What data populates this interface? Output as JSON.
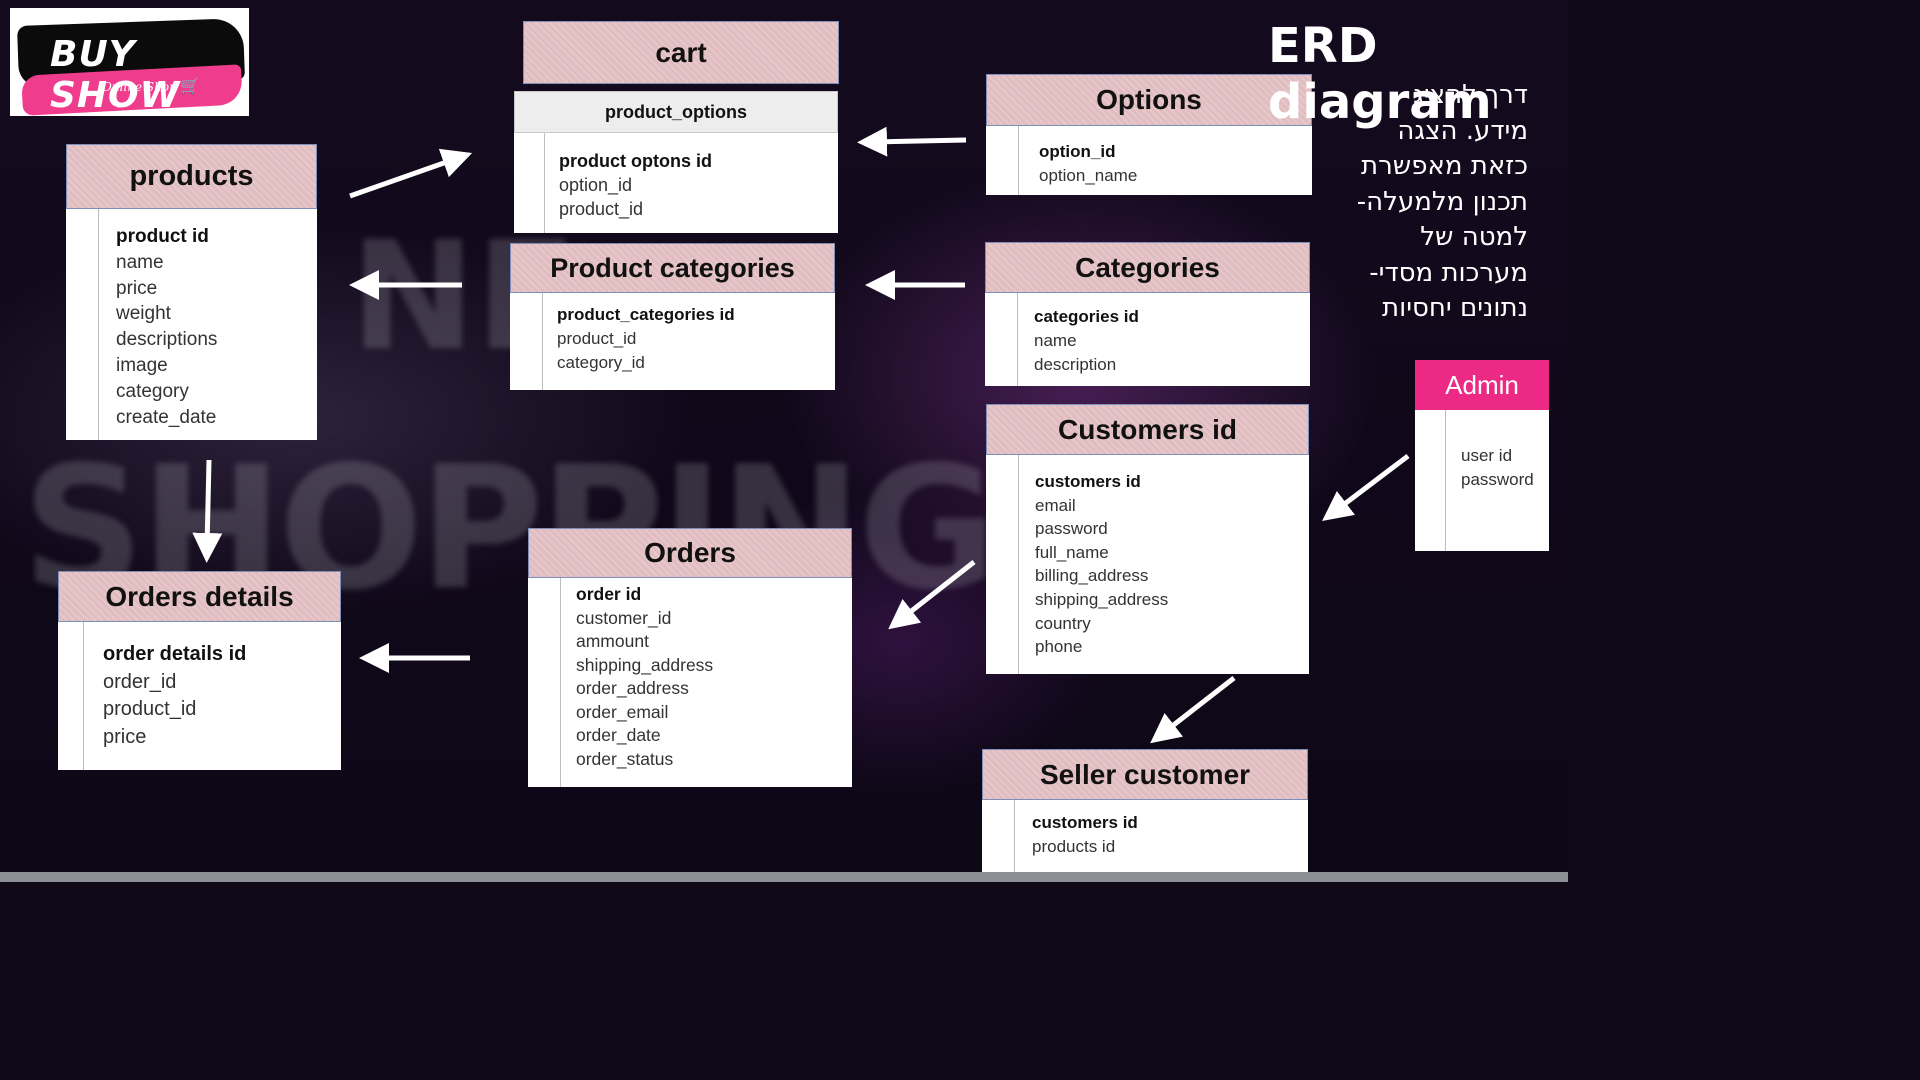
{
  "logo": {
    "title": "BUY SHOW",
    "subtitle": "Online Shop"
  },
  "background_text": {
    "word_1": "NE",
    "word_2": "SHOPPING"
  },
  "title": "ERD diagram",
  "description_lines": [
    "דרך להציג",
    "מידע. הצגה",
    "כזאת מאפשרת",
    "תכנון מלמעלה-",
    "למטה של",
    "מערכות מסדי-",
    "נתונים יחסיות"
  ],
  "entities": {
    "cart": {
      "title": "cart"
    },
    "product_options": {
      "title": "product_options",
      "fields": [
        "product optons id",
        "option_id",
        "product_id"
      ]
    },
    "products": {
      "title": "products",
      "fields": [
        "product id",
        "name",
        "price",
        "weight",
        "descriptions",
        "image",
        "category",
        "create_date"
      ]
    },
    "options": {
      "title": "Options",
      "fields": [
        "option_id",
        "option_name"
      ]
    },
    "product_categories": {
      "title": "Product categories",
      "fields": [
        "product_categories id",
        "product_id",
        "category_id"
      ]
    },
    "categories": {
      "title": "Categories",
      "fields": [
        "categories id",
        "name",
        "description"
      ]
    },
    "customers": {
      "title": "Customers id",
      "fields": [
        "customers id",
        "email",
        "password",
        "full_name",
        "billing_address",
        "shipping_address",
        "country",
        "phone"
      ]
    },
    "admin": {
      "title": "Admin",
      "fields": [
        "user id",
        "password"
      ]
    },
    "orders": {
      "title": "Orders",
      "fields": [
        "order id",
        "customer_id",
        "ammount",
        "shipping_address",
        "order_address",
        "order_email",
        "order_date",
        "order_status"
      ]
    },
    "order_details": {
      "title": "Orders details",
      "fields": [
        "order details id",
        "order_id",
        "product_id",
        "price"
      ]
    },
    "seller_customer": {
      "title": "Seller customer",
      "fields": [
        "customers id",
        "products id"
      ]
    }
  }
}
